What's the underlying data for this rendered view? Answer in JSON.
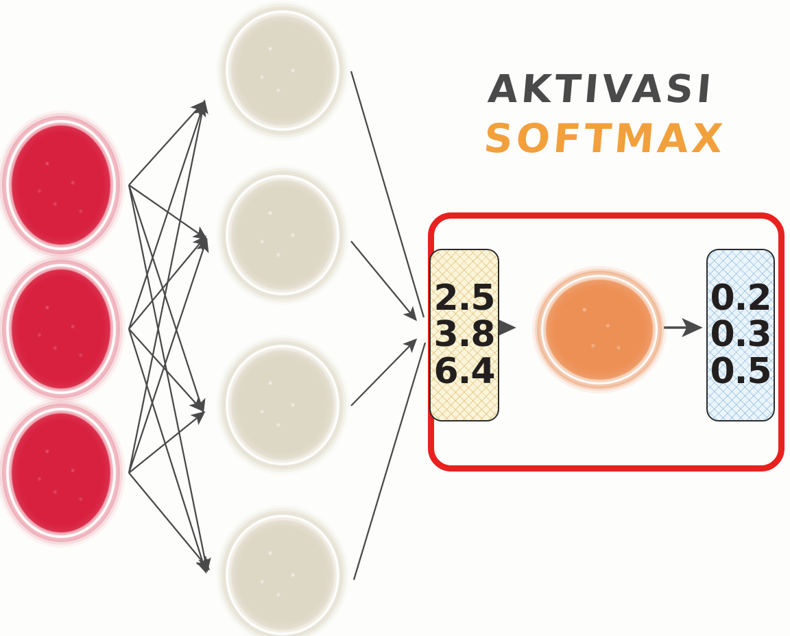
{
  "diagram": {
    "title_line1": "AKTIVASI",
    "title_line2": "SOFTMAX",
    "colors": {
      "input_node": "#d8203f",
      "hidden_node": "#ddd7c5",
      "softmax_node": "#ed9055",
      "highlight_box": "#e8201e",
      "title_dark": "#4a4a4a",
      "title_orange": "#f2a03c",
      "arrow": "#444444",
      "input_box_fill": "#fbf4d8",
      "output_box_fill": "#eaf4fb"
    },
    "input_layer": {
      "name": "input-layer",
      "node_count": 3,
      "nodes": [
        {
          "label": ""
        },
        {
          "label": ""
        },
        {
          "label": ""
        }
      ]
    },
    "hidden_layer": {
      "name": "hidden-layer",
      "node_count": 4,
      "nodes": [
        {
          "label": ""
        },
        {
          "label": ""
        },
        {
          "label": ""
        },
        {
          "label": ""
        }
      ]
    },
    "logits_box": {
      "name": "logits",
      "values": [
        "2.5",
        "3.8",
        "6.4"
      ]
    },
    "softmax_node": {
      "label": ""
    },
    "probabilities_box": {
      "name": "probabilities",
      "values": [
        "0.2",
        "0.3",
        "0.5"
      ]
    }
  },
  "chart_data": {
    "type": "diagram",
    "title": "AKTIVASI SOFTMAX",
    "description": "Neural network diagram: 3 input nodes fully connected to 4 hidden nodes, converging into a logits vector that passes through a softmax activation producing a probability vector.",
    "layers": [
      {
        "name": "input",
        "count": 3,
        "color": "#d8203f"
      },
      {
        "name": "hidden",
        "count": 4,
        "color": "#ddd7c5"
      }
    ],
    "logits": [
      2.5,
      3.8,
      6.4
    ],
    "probabilities": [
      0.2,
      0.3,
      0.5
    ]
  }
}
